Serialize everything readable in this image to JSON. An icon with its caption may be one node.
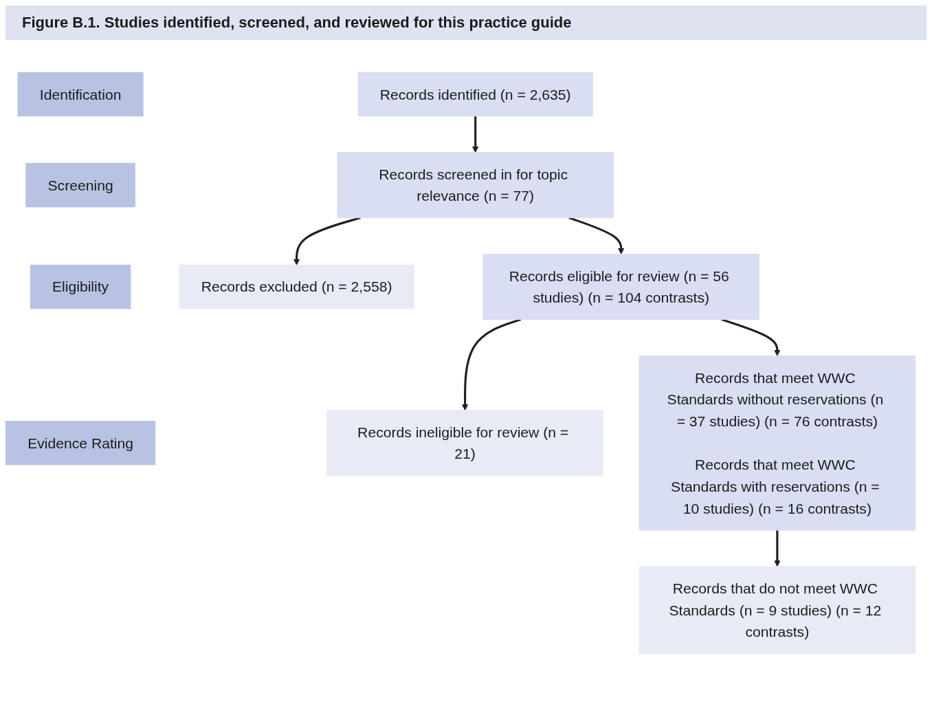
{
  "diagram": {
    "title": "Figure B.1. Studies identified, screened, and reviewed for this practice guide",
    "nodes": [
      {
        "text": [
          "Identification"
        ]
      },
      {
        "text": [
          "Records identified (n = 2,635)"
        ]
      },
      {
        "text": [
          "Screening"
        ]
      },
      {
        "text": [
          "Records screened in for topic relevance (n = 77)"
        ]
      },
      {
        "text": [
          "Records excluded (n = 2,558)"
        ]
      },
      {
        "text": [
          "Eligibility"
        ]
      },
      {
        "text": [
          "Records eligible for review (n = 56 studies) (n = 104 contrasts)"
        ]
      },
      {
        "text": [
          "Records ineligible for review (n = 21)"
        ]
      },
      {
        "text": [
          "Evidence Rating"
        ]
      },
      {
        "text": [
          "Records that meet WWC Standards without reservations (n = 37 studies) (n = 76 contrasts)",
          "Records that meet WWC Standards with reservations (n = 10 studies) (n = 16 contrasts)"
        ]
      },
      {
        "text": [
          "Records that do not meet WWC Standards (n = 9 studies) (n = 12 contrasts)"
        ]
      }
    ],
    "edges": [
      {
        "from": 1,
        "to": 3,
        "arrow": "to"
      },
      {
        "from": 3,
        "to": 4,
        "arrow": "to"
      },
      {
        "from": 3,
        "to": 6,
        "arrow": "to"
      },
      {
        "from": 6,
        "to": 7,
        "arrow": "to"
      },
      {
        "from": 6,
        "to": 9,
        "arrow": "to"
      },
      {
        "from": 9,
        "to": 10,
        "arrow": "to"
      }
    ]
  }
}
